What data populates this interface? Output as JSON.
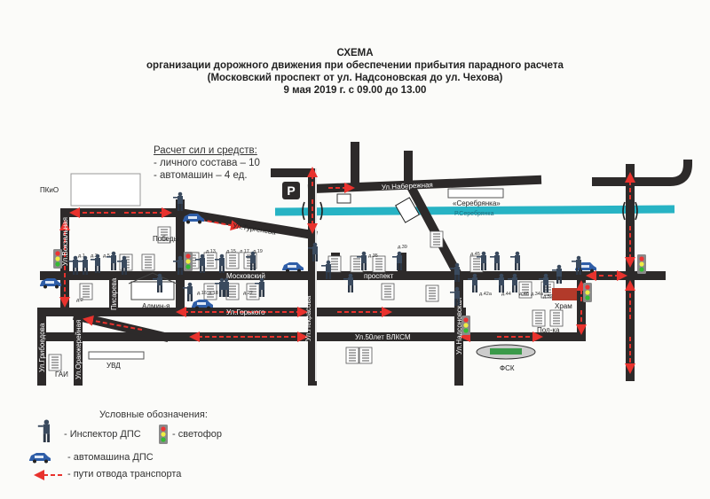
{
  "title": {
    "line1": "СХЕМА",
    "line2": "организации дорожного движения при обеспечении прибытия парадного расчета",
    "line3": "(Московский проспект от ул. Надсоновская  до ул. Чехова)",
    "line4": "9 мая 2019 г. с 09.00 до 13.00"
  },
  "forces": {
    "heading": "Расчет сил и средств:",
    "personnel": "- личного состава – 10",
    "vehicles": "- автомашин – 4 ед."
  },
  "map": {
    "places": {
      "pkio": "ПКиО",
      "pobedy": "Победы",
      "admin": "Админ-я",
      "gai": "ГАИ",
      "uvd": "УВД",
      "serebryanka_building": "«Серебрянка»",
      "river": "Р.Серебрянка",
      "khram": "Храм",
      "polka": "Пол-ка",
      "fsk": "ФСК",
      "parking": "P"
    },
    "streets": {
      "turgeneva": "Ул.Тургенева",
      "moskovsky1": "Московский",
      "moskovsky2": "проспект",
      "gorkogo": "Ул.Горького",
      "vlksm": "Ул.50лет ВЛКСМ",
      "naberezhnaya": "Ул.Набережная",
      "nadsonovskaya": "Ул.Надсоновская",
      "vokzalnaya": "Ул.Вокзальная",
      "pisareva": "Писарева",
      "griboedova": "Ул.Грибоедова",
      "oranzhereynaya": "Ул.Оранжерейная",
      "nekrasova": "Ул.Некрасова"
    },
    "houses": [
      "д.1",
      "д.3",
      "д.5",
      "д.2",
      "д.13",
      "д.15",
      "д.17",
      "д.19",
      "д.16",
      "д.18",
      "д.22",
      "д.35",
      "д.39",
      "д.45",
      "д.42а",
      "д.44",
      "д.46",
      "д.34а",
      "д.52"
    ]
  },
  "legend": {
    "heading": "Условные обозначения:",
    "inspector": "- Инспектор ДПС",
    "traffic_light": "- светофор",
    "car": "- автомашина ДПС",
    "detour": "- пути отвода транспорта"
  },
  "colors": {
    "road": "#2d2a2a",
    "detour_arrow": "#e8322d",
    "river": "#27b3c4",
    "inspector": "#3a4a5e",
    "car": "#2f5ea8"
  }
}
